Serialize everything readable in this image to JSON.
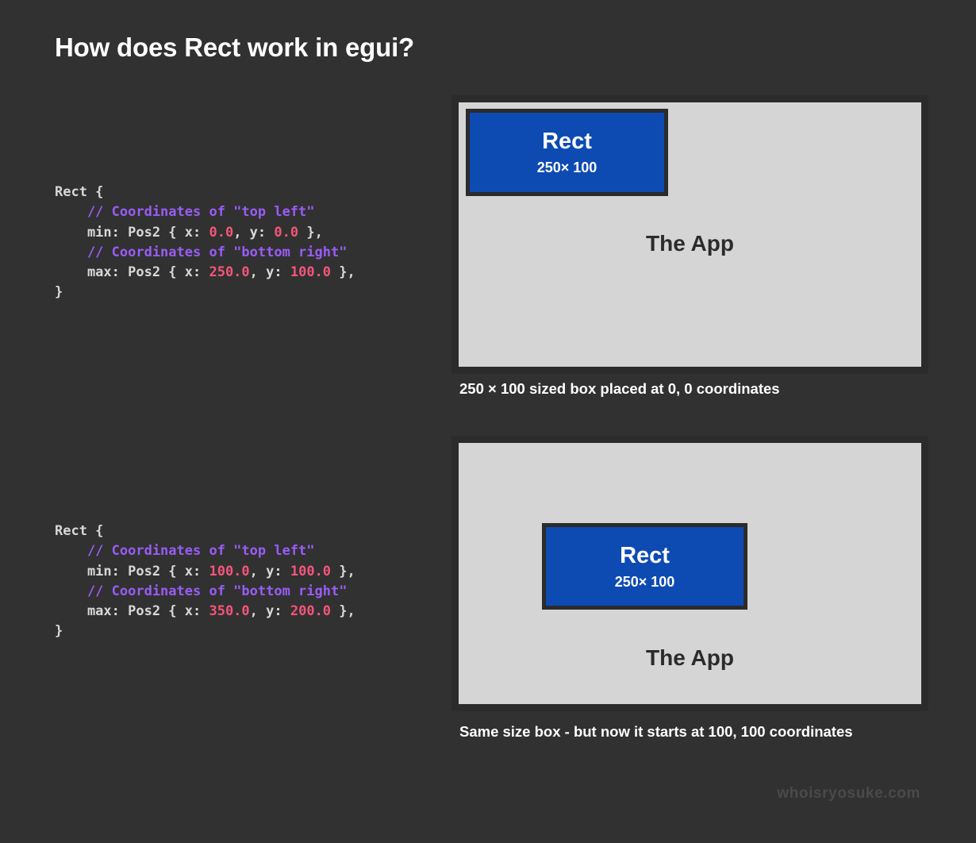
{
  "page": {
    "title": "How does Rect work in egui?",
    "background_color": "#313131",
    "watermark": "whoisryosuke.com"
  },
  "theme": {
    "accent_blue": "#0d4bb3",
    "panel_gray": "#d5d5d5",
    "border_dark": "#2b2b2b",
    "comment_purple": "#9a5cf5",
    "number_pink": "#f4557a",
    "code_text": "#d8d8d8",
    "text_white": "#ffffff",
    "watermark_gray": "#4a4a4a"
  },
  "code_blocks": [
    {
      "id": "rect-at-origin",
      "lines": [
        [
          {
            "t": "plain",
            "v": "Rect {"
          }
        ],
        [
          {
            "t": "comment",
            "v": "    // Coordinates of \"top left\""
          }
        ],
        [
          {
            "t": "plain",
            "v": "    min: Pos2 { x: "
          },
          {
            "t": "num",
            "v": "0.0"
          },
          {
            "t": "plain",
            "v": ", y: "
          },
          {
            "t": "num",
            "v": "0.0"
          },
          {
            "t": "plain",
            "v": " },"
          }
        ],
        [
          {
            "t": "comment",
            "v": "    // Coordinates of \"bottom right\""
          }
        ],
        [
          {
            "t": "plain",
            "v": "    max: Pos2 { x: "
          },
          {
            "t": "num",
            "v": "250.0"
          },
          {
            "t": "plain",
            "v": ", y: "
          },
          {
            "t": "num",
            "v": "100.0"
          },
          {
            "t": "plain",
            "v": " },"
          }
        ],
        [
          {
            "t": "plain",
            "v": "}"
          }
        ]
      ]
    },
    {
      "id": "rect-offset",
      "lines": [
        [
          {
            "t": "plain",
            "v": "Rect {"
          }
        ],
        [
          {
            "t": "comment",
            "v": "    // Coordinates of \"top left\""
          }
        ],
        [
          {
            "t": "plain",
            "v": "    min: Pos2 { x: "
          },
          {
            "t": "num",
            "v": "100.0"
          },
          {
            "t": "plain",
            "v": ", y: "
          },
          {
            "t": "num",
            "v": "100.0"
          },
          {
            "t": "plain",
            "v": " },"
          }
        ],
        [
          {
            "t": "comment",
            "v": "    // Coordinates of \"bottom right\""
          }
        ],
        [
          {
            "t": "plain",
            "v": "    max: Pos2 { x: "
          },
          {
            "t": "num",
            "v": "350.0"
          },
          {
            "t": "plain",
            "v": ", y: "
          },
          {
            "t": "num",
            "v": "200.0"
          },
          {
            "t": "plain",
            "v": " },"
          }
        ],
        [
          {
            "t": "plain",
            "v": "}"
          }
        ]
      ]
    }
  ],
  "figures": [
    {
      "id": "figure-origin",
      "app_label": "The App",
      "rect_title": "Rect",
      "rect_dims": "250× 100",
      "caption": "250 × 100 sized box placed at 0, 0 coordinates"
    },
    {
      "id": "figure-offset",
      "app_label": "The App",
      "rect_title": "Rect",
      "rect_dims": "250× 100",
      "caption": "Same size box - but now it starts at 100, 100 coordinates"
    }
  ]
}
